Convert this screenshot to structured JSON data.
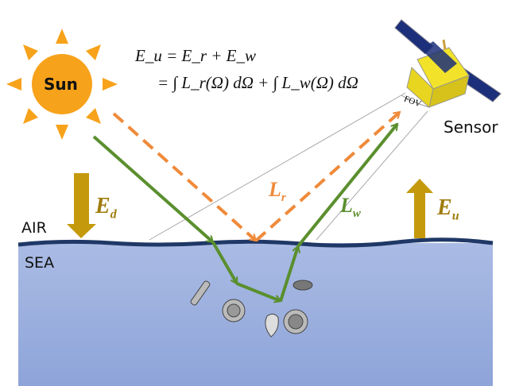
{
  "labels": {
    "sun": "Sun",
    "sensor": "Sensor",
    "fov": "FOV",
    "air": "AIR",
    "sea": "SEA",
    "ed": "E",
    "ed_sub": "d",
    "eu": "E",
    "eu_sub": "u",
    "lr": "L",
    "lr_sub": "r",
    "lw": "L",
    "lw_sub": "w"
  },
  "equation": {
    "line1": "E_u = E_r + E_w",
    "line2": "= ∫ L_r(Ω) dΩ + ∫ L_w(Ω) dΩ"
  },
  "colors": {
    "sun": "#f7a21b",
    "green_path": "#5a8f2e",
    "orange_path": "#ef8a3a",
    "irradiance_arrow": "#c49a0c",
    "sea_top": "#aabbe4",
    "sea_bottom": "#8ea4d9",
    "surface": "#1f3866"
  }
}
